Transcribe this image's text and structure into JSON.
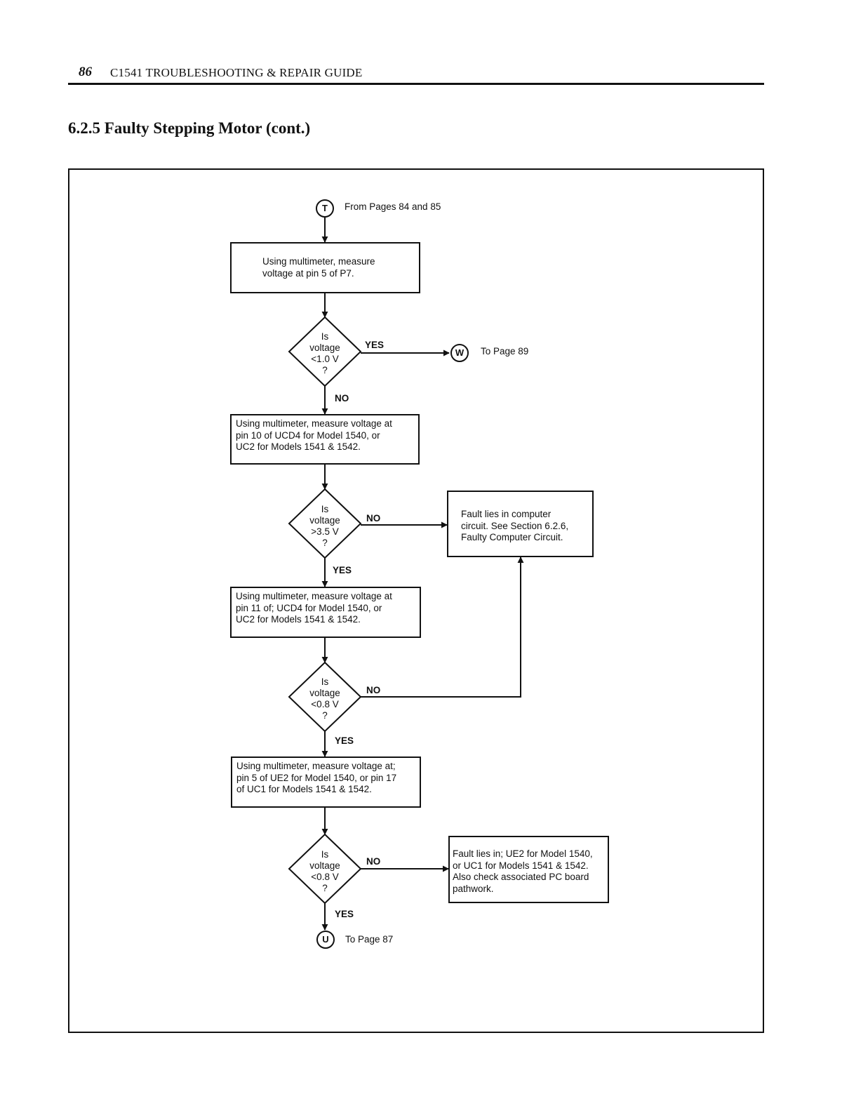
{
  "header": {
    "page_number": "86",
    "book_title": "C1541 TROUBLESHOOTING & REPAIR GUIDE"
  },
  "section": {
    "title": "6.2.5 Faulty Stepping Motor (cont.)"
  },
  "connectors": {
    "t": {
      "letter": "T",
      "note": "From Pages 84 and 85"
    },
    "w": {
      "letter": "W",
      "note": "To Page 89"
    },
    "u": {
      "letter": "U",
      "note": "To Page 87"
    }
  },
  "steps": {
    "s1": {
      "line1": "Using multimeter, measure",
      "line2": "voltage at pin 5 of P7."
    },
    "s2": {
      "line1": "Using multimeter, measure voltage at",
      "line2": "pin 10 of UCD4 for Model 1540, or",
      "line3": "UC2 for Models 1541 & 1542."
    },
    "s3": {
      "line1": "Using multimeter, measure voltage at",
      "line2": "pin 11 of; UCD4 for Model 1540, or",
      "line3": "UC2 for Models 1541 & 1542."
    },
    "s4": {
      "line1": "Using multimeter, measure voltage at;",
      "line2": "pin 5 of UE2 for Model 1540, or pin 17",
      "line3": "of UC1 for Models 1541 & 1542."
    }
  },
  "decisions": {
    "d1": {
      "l1": "Is",
      "l2": "voltage",
      "l3": "<1.0 V",
      "l4": "?"
    },
    "d2": {
      "l1": "Is",
      "l2": "voltage",
      "l3": ">3.5 V",
      "l4": "?"
    },
    "d3": {
      "l1": "Is",
      "l2": "voltage",
      "l3": "<0.8 V",
      "l4": "?"
    },
    "d4": {
      "l1": "Is",
      "l2": "voltage",
      "l3": "<0.8 V",
      "l4": "?"
    }
  },
  "faults": {
    "f1": {
      "line1": "Fault lies in computer",
      "line2": "circuit.  See Section 6.2.6,",
      "line3": "Faulty Computer Circuit."
    },
    "f2": {
      "line1": "Fault lies in; UE2 for Model 1540,",
      "line2": "or UC1 for Models 1541 & 1542.",
      "line3": "Also check associated PC board",
      "line4": "pathwork."
    }
  },
  "labels": {
    "yes": "YES",
    "no": "NO"
  }
}
